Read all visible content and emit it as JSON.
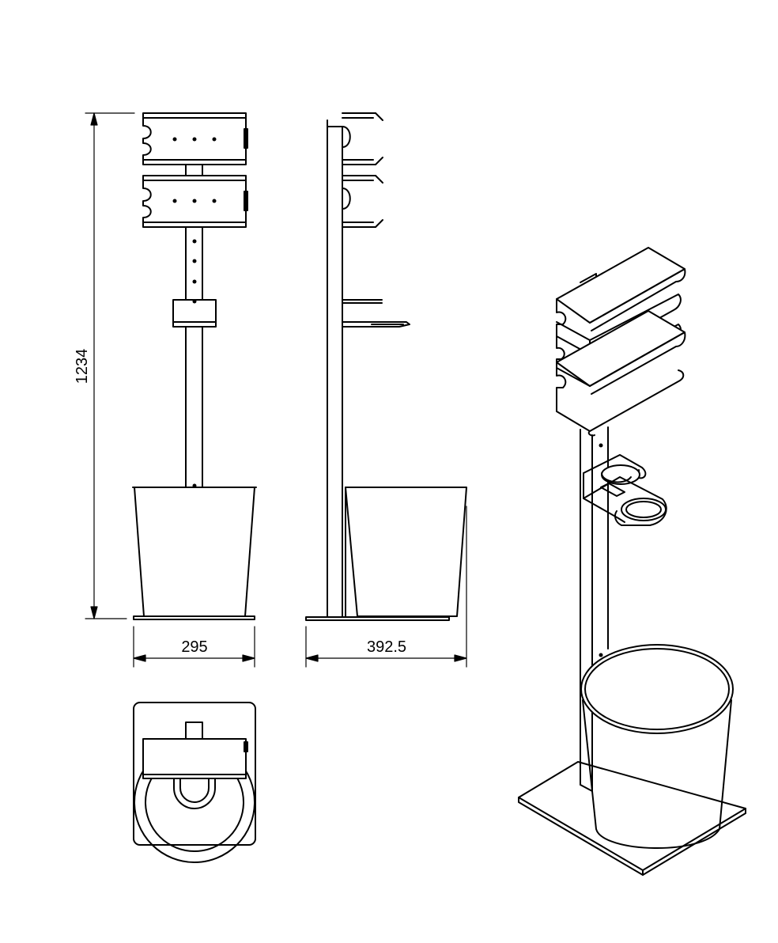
{
  "dimensions": {
    "height_label": "1234",
    "front_width_label": "295",
    "side_depth_label": "392.5"
  },
  "views": [
    "front-view",
    "side-view",
    "top-view",
    "isometric-view"
  ],
  "colors": {
    "line": "#000000",
    "background": "#ffffff"
  }
}
